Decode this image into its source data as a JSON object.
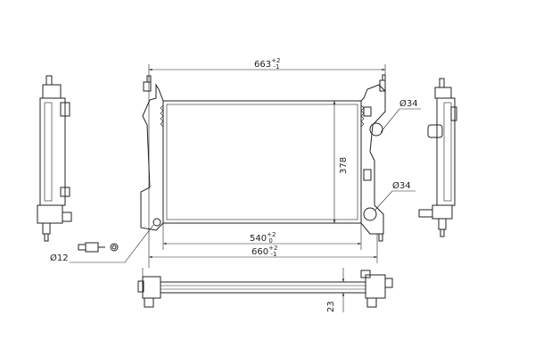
{
  "drawing": {
    "dimensions": {
      "overall_width": {
        "value": "663",
        "tol_upper": "+2",
        "tol_lower": "-1"
      },
      "core_height": {
        "value": "378"
      },
      "core_width": {
        "value": "540",
        "tol_upper": "+2",
        "tol_lower": "0"
      },
      "tank_width": {
        "value": "660",
        "tol_upper": "+2",
        "tol_lower": "-1"
      },
      "core_depth": {
        "value": "23"
      },
      "inlet_diameter": "Ø34",
      "outlet_diameter": "Ø34",
      "sensor_diameter": "Ø12"
    }
  }
}
